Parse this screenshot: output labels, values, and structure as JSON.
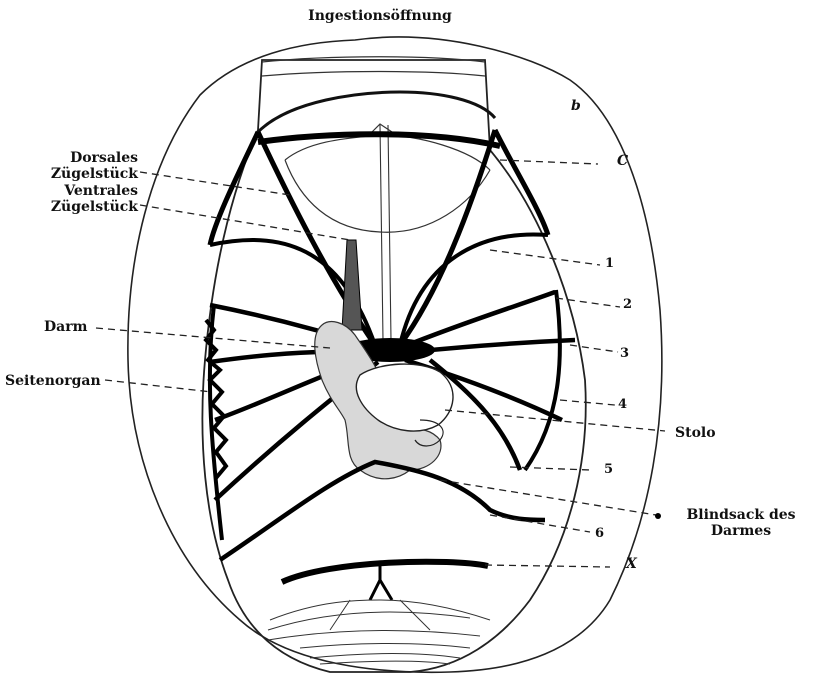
{
  "figure": {
    "title": "Ingestionsöffnung",
    "labels": {
      "b": "b",
      "C": "C",
      "dorsales_line1": "Dorsales",
      "dorsales_line2": "Zügelstück",
      "ventrales_line1": "Ventrales",
      "ventrales_line2": "Zügelstück",
      "darm": "Darm",
      "seitenorgan": "Seitenorgan",
      "stolo": "Stolo",
      "blindsack_line1": "Blindsack des",
      "blindsack_line2": "Darmes",
      "n1": "1",
      "n2": "2",
      "n3": "3",
      "n4": "4",
      "n5": "5",
      "n6": "6",
      "X": "X"
    }
  }
}
